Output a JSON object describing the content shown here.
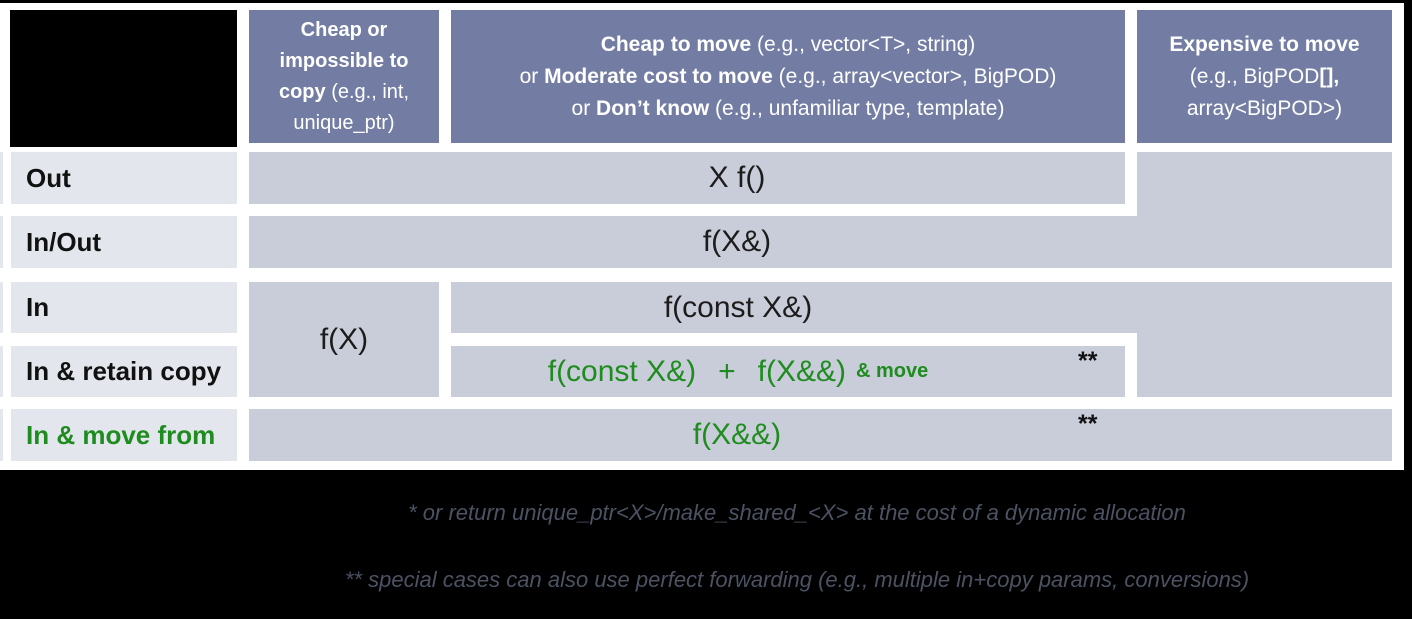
{
  "colors": {
    "header_bg": "#737DA4",
    "cell_bg": "#C9CDDA",
    "label_bg": "#E3E6ED",
    "green": "#1E8C1E",
    "footer_bg": "#000000",
    "footnote_text": "#4C5262"
  },
  "header": {
    "col1": {
      "bold": "Cheap or impossible to copy",
      "rest": " (e.g., int, unique_ptr)"
    },
    "col2": {
      "lines": [
        {
          "pre": "",
          "bold": "Cheap to move",
          "rest": " (e.g., vector<T>, string)"
        },
        {
          "pre": "or ",
          "bold": "Moderate cost to move",
          "rest": " (e.g., array<vector>, BigPOD)"
        },
        {
          "pre": "or ",
          "bold": "Don’t know",
          "rest": " (e.g., unfamiliar type, template)"
        }
      ]
    },
    "col3": {
      "line1": "Expensive to move",
      "line2_pre": "(e.g., BigPOD",
      "line2_bold": "[],",
      "line3": "array<BigPOD>)"
    }
  },
  "rows": {
    "out": "Out",
    "inout": "In/Out",
    "in": "In",
    "retain": "In & retain copy",
    "move": "In & move from"
  },
  "cells": {
    "out": "X f()",
    "inout": "f(X&)",
    "in_value": "f(X)",
    "in_constref": "f(const X&)",
    "retain": {
      "a": "f(const X&)",
      "plus": "+",
      "b": "f(X&&)",
      "suffix": "& move"
    },
    "move_from": "f(X&&)",
    "double_asterisk": "**"
  },
  "footnotes": [
    "* or return unique_ptr<X>/make_shared_<X> at the cost of a dynamic allocation",
    "** special cases can also use perfect forwarding (e.g., multiple in+copy params, conversions)"
  ]
}
